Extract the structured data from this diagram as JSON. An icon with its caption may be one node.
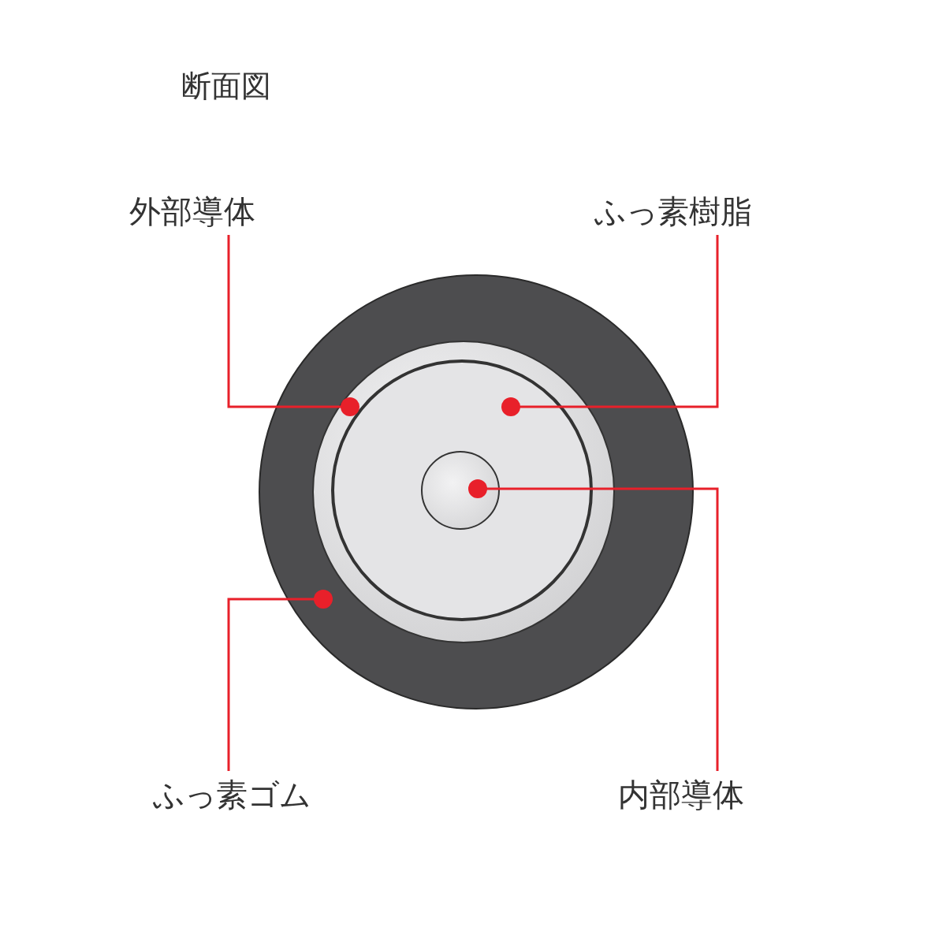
{
  "diagram": {
    "title": "断面図",
    "nodes": [
      {
        "text": [
          "外部導体"
        ]
      },
      {
        "text": [
          "ふっ素樹脂"
        ]
      },
      {
        "text": [
          "ふっ素ゴム"
        ]
      },
      {
        "text": [
          "内部導体"
        ]
      },
      {
        "text": [],
        "shape": "circle"
      },
      {
        "text": [],
        "shape": "circle",
        "in": 4
      },
      {
        "text": [],
        "shape": "circle",
        "in": 5
      },
      {
        "text": [],
        "shape": "circle",
        "in": 6
      }
    ],
    "edges": [
      {
        "from": 0,
        "to": 5,
        "arrow": "other"
      },
      {
        "from": 1,
        "to": 6,
        "arrow": "other"
      },
      {
        "from": 2,
        "to": 4,
        "arrow": "other"
      },
      {
        "from": 3,
        "to": 7,
        "arrow": "other"
      }
    ]
  }
}
